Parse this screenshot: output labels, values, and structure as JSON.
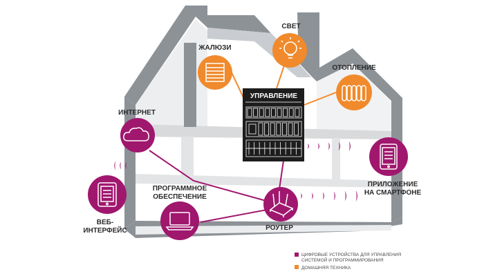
{
  "colors": {
    "house": "#8d9297",
    "floor": "#d9dadc",
    "magenta": "#a0176e",
    "orange": "#f08a2c",
    "control_bg": "#1d1d1d"
  },
  "control": {
    "label": "УПРАВЛЕНИЕ"
  },
  "nodes": {
    "blinds": {
      "label": "ЖАЛЮЗИ",
      "icon": "blinds-icon"
    },
    "light": {
      "label": "СВЕТ",
      "icon": "lightbulb-icon"
    },
    "heating": {
      "label": "ОТОПЛЕНИЕ",
      "icon": "radiator-icon"
    },
    "internet": {
      "label": "ИНТЕРНЕТ",
      "icon": "cloud-icon"
    },
    "software": {
      "label_line1": "ПРОГРАММНОЕ",
      "label_line2": "ОБЕСПЕЧЕНИЕ",
      "icon": "laptop-icon"
    },
    "router": {
      "label": "РОУТЕР",
      "icon": "router-icon"
    },
    "smartphone": {
      "label_line1": "ПРИЛОЖЕНИЕ",
      "label_line2": "НА СМАРТФОНЕ",
      "icon": "smartphone-icon"
    },
    "web": {
      "label_line1": "ВЕБ-",
      "label_line2": "ИНТЕРФЕЙС",
      "icon": "tablet-icon"
    }
  },
  "legend": [
    {
      "color": "#a0176e",
      "line1": "ЦИФРОВЫЕ УСТРОЙСТВА ДЛЯ УПРАВЛЕНИЯ",
      "line2": "СИСТЕМОЙ И ПРОГРАММИРОВАНИЯ"
    },
    {
      "color": "#f08a2c",
      "line1": "ДОМАШНЯЯ ТЕХНИКА",
      "line2": ""
    }
  ]
}
